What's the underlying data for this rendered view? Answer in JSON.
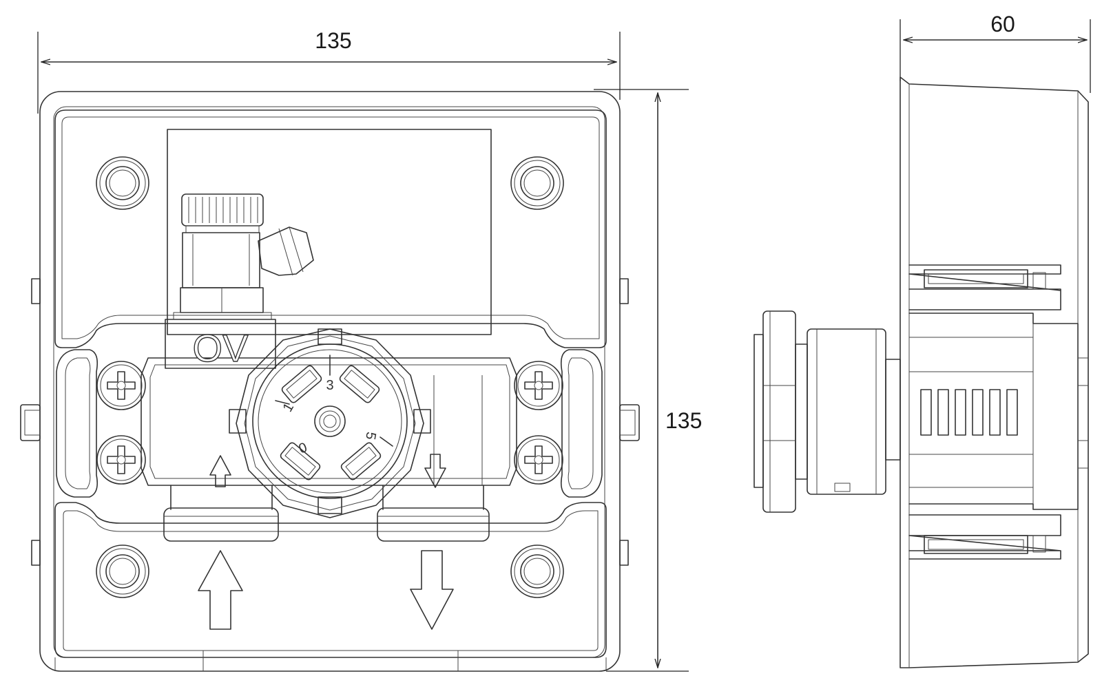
{
  "dimensions": {
    "front_width": "135",
    "front_height": "135",
    "side_depth": "60"
  },
  "markings": {
    "valve_label": "OV",
    "dial_numbers": [
      "3",
      "1",
      "5",
      "0"
    ]
  }
}
